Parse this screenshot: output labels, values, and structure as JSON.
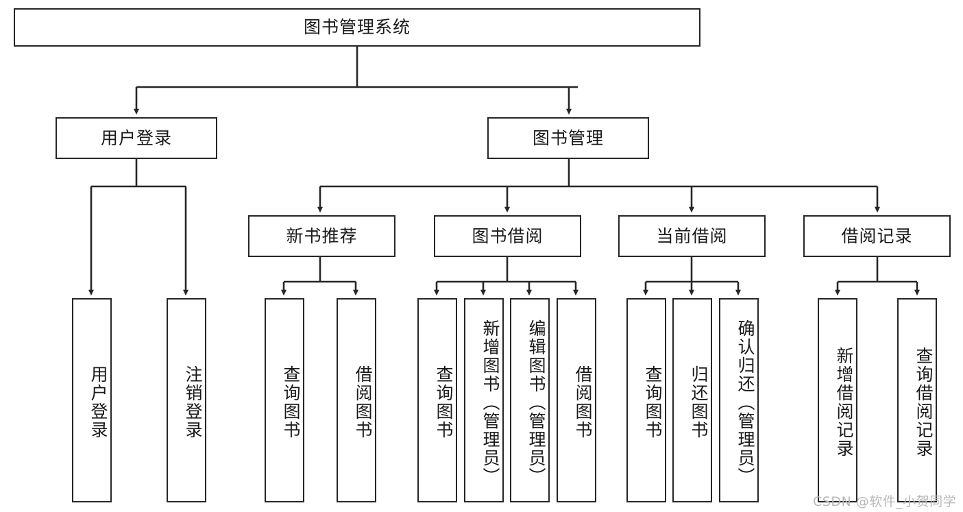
{
  "diagram": {
    "title": "图书管理系统",
    "type": "tree",
    "watermark": "CSDN @软件_小贺同学",
    "colors": {
      "node_border": "#262626",
      "node_fill": "#ffffff",
      "edge": "#262626",
      "text": "#1a1a1a",
      "watermark": "#b8b8b8",
      "background": "#ffffff"
    },
    "levels": {
      "root": {
        "label": "图书管理系统"
      },
      "level2": [
        {
          "label": "用户登录"
        },
        {
          "label": "图书管理"
        }
      ],
      "level3": [
        {
          "label": "新书推荐"
        },
        {
          "label": "图书借阅"
        },
        {
          "label": "当前借阅"
        },
        {
          "label": "借阅记录"
        }
      ],
      "level4": [
        {
          "label": "用户登录",
          "parent": "用户登录"
        },
        {
          "label": "注销登录",
          "parent": "用户登录"
        },
        {
          "label": "查询图书",
          "parent": "新书推荐"
        },
        {
          "label": "借阅图书",
          "parent": "新书推荐"
        },
        {
          "label": "查询图书",
          "parent": "图书借阅"
        },
        {
          "label": "新增图书（管理员）",
          "parent": "图书借阅"
        },
        {
          "label": "编辑图书（管理员）",
          "parent": "图书借阅"
        },
        {
          "label": "借阅图书",
          "parent": "图书借阅"
        },
        {
          "label": "查询图书",
          "parent": "当前借阅"
        },
        {
          "label": "归还图书",
          "parent": "当前借阅"
        },
        {
          "label": "确认归还（管理员）",
          "parent": "当前借阅"
        },
        {
          "label": "新增借阅记录",
          "parent": "借阅记录"
        },
        {
          "label": "查询借阅记录",
          "parent": "借阅记录"
        }
      ]
    }
  }
}
